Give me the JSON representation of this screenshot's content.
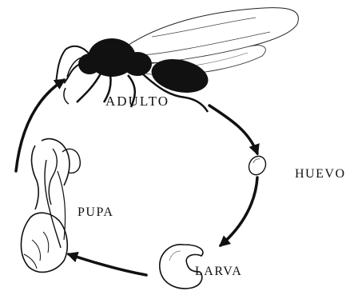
{
  "stages": {
    "adult": "ADULTO",
    "egg": "HUEVO",
    "pupa": "PUPA",
    "larva": "LARVA"
  },
  "colors": {
    "ink": "#111111",
    "background": "#ffffff"
  }
}
